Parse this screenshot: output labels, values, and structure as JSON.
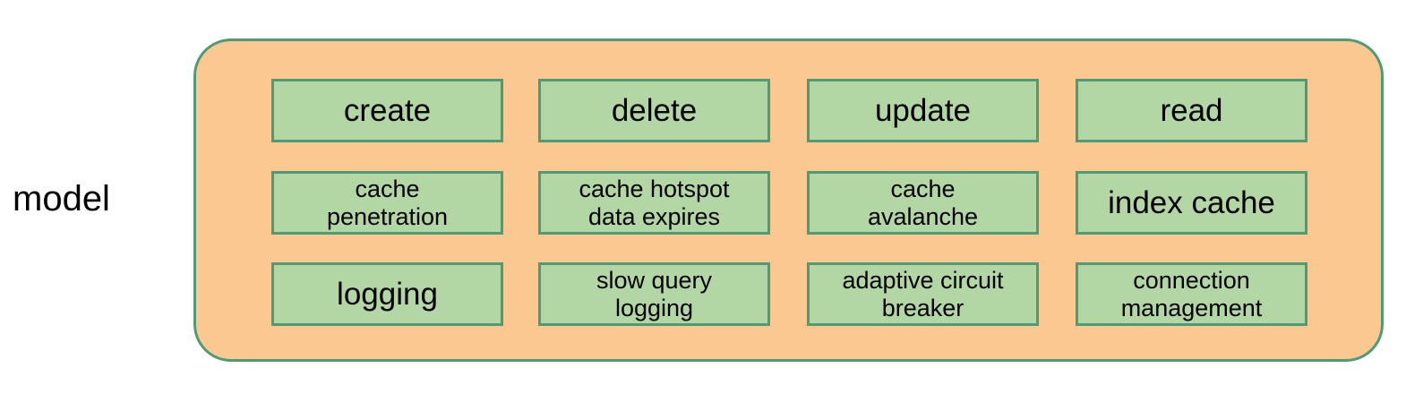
{
  "diagram": {
    "side_label": "model",
    "container_name": "model-group",
    "colors": {
      "container_fill": "#fbc892",
      "container_border": "#4e9c77",
      "box_fill": "#b2d7a4",
      "box_border": "#4e9c77",
      "text": "#000000",
      "page_background": "#ffffff"
    },
    "rows": [
      {
        "name": "operations",
        "cells": [
          {
            "label": "create",
            "lines": 1
          },
          {
            "label": "delete",
            "lines": 1
          },
          {
            "label": "update",
            "lines": 1
          },
          {
            "label": "read",
            "lines": 1
          }
        ]
      },
      {
        "name": "cache-concerns",
        "cells": [
          {
            "label": "cache\npenetration",
            "lines": 2
          },
          {
            "label": "cache hotspot\ndata expires",
            "lines": 2
          },
          {
            "label": "cache\navalanche",
            "lines": 2
          },
          {
            "label": "index cache",
            "lines": 1
          }
        ]
      },
      {
        "name": "operational-concerns",
        "cells": [
          {
            "label": "logging",
            "lines": 1
          },
          {
            "label": "slow query\nlogging",
            "lines": 2
          },
          {
            "label": "adaptive circuit\nbreaker",
            "lines": 2
          },
          {
            "label": "connection\nmanagement",
            "lines": 2
          }
        ]
      }
    ]
  }
}
